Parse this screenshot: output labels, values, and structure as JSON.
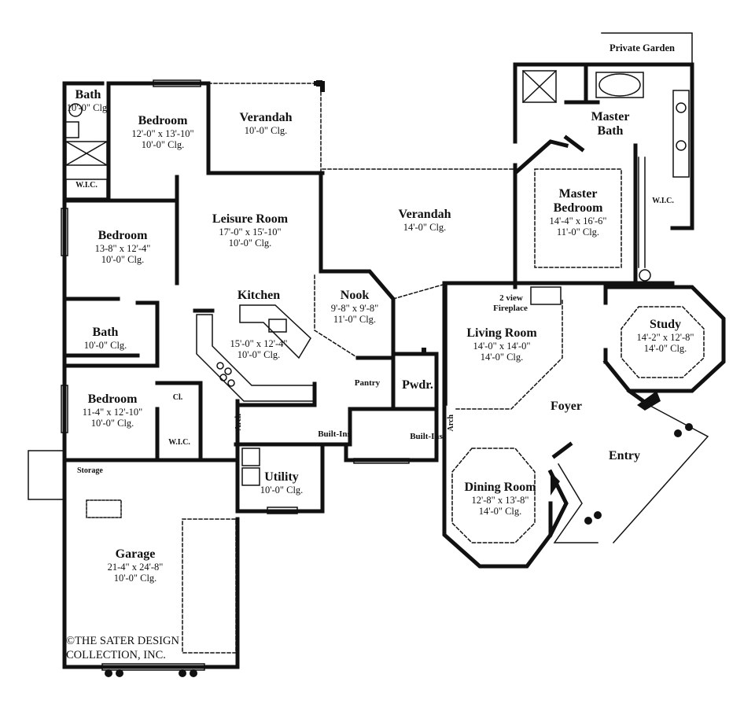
{
  "rooms": {
    "bath_top": {
      "name": "Bath",
      "clg": "10'-0\" Clg."
    },
    "bedroom_top": {
      "name": "Bedroom",
      "size": "12'-0\" x 13'-10\"",
      "clg": "10'-0\" Clg."
    },
    "verandah_small": {
      "name": "Verandah",
      "clg": "10'-0\" Clg."
    },
    "leisure": {
      "name": "Leisure Room",
      "size": "17'-0\" x 15'-10\"",
      "clg": "10'-0\" Clg."
    },
    "verandah_main": {
      "name": "Verandah",
      "clg": "14'-0\" Clg."
    },
    "master_bedroom": {
      "name": "Master",
      "name2": "Bedroom",
      "size": "14'-4\" x 16'-6\"",
      "clg": "11'-0\" Clg."
    },
    "master_bath": {
      "name": "Master",
      "name2": "Bath"
    },
    "bedroom_mid": {
      "name": "Bedroom",
      "size": "13-8\" x 12'-4\"",
      "clg": "10'-0\" Clg."
    },
    "kitchen": {
      "name": "Kitchen",
      "size": "15'-0\" x 12'-4\"",
      "clg": "10'-0\" Clg."
    },
    "nook": {
      "name": "Nook",
      "size": "9'-8\" x 9'-8\"",
      "clg": "11'-0\" Clg."
    },
    "living": {
      "name": "Living Room",
      "size": "14'-0\" x 14'-0\"",
      "clg": "14'-0\" Clg."
    },
    "study": {
      "name": "Study",
      "size": "14'-2\" x 12'-8\"",
      "clg": "14'-0\" Clg."
    },
    "bath_mid": {
      "name": "Bath",
      "clg": "10'-0\" Clg."
    },
    "bedroom_low": {
      "name": "Bedroom",
      "size": "11-4\" x 12'-10\"",
      "clg": "10'-0\" Clg."
    },
    "utility": {
      "name": "Utility",
      "clg": "10'-0\" Clg."
    },
    "dining": {
      "name": "Dining Room",
      "size": "12'-8\" x 13'-8\"",
      "clg": "14'-0\" Clg."
    },
    "garage": {
      "name": "Garage",
      "size": "21-4\" x 24'-8\"",
      "clg": "10'-0\" Clg."
    }
  },
  "labels": {
    "private_garden": "Private Garden",
    "wic_top": "W.I.C.",
    "wic_master": "W.I.C.",
    "wic_low": "W.I.C.",
    "closet": "Cl.",
    "fireplace_1": "2 view",
    "fireplace_2": "Fireplace",
    "pantry": "Pantry",
    "powder": "Pwdr.",
    "foyer": "Foyer",
    "entry": "Entry",
    "builtins_left": "Built-Ins",
    "builtins_right": "Built-Ins",
    "arch_left": "Arch",
    "arch_right": "Arch",
    "storage": "Storage",
    "copyright_1": "©THE SATER DESIGN",
    "copyright_2": "COLLECTION, INC."
  }
}
